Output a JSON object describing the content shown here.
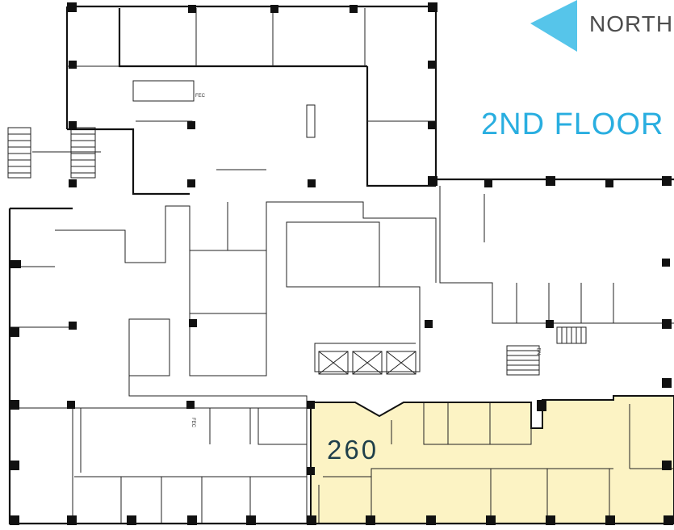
{
  "compass": {
    "label": "NORTH",
    "arrow_icon": "triangle-left",
    "color": "#56c5ea"
  },
  "floor_title": {
    "label": "2ND FLOOR",
    "color": "#29aee0"
  },
  "suites": [
    {
      "number": "260",
      "highlight_color": "#fcf3c4",
      "text_color": "#1f3f4a"
    }
  ],
  "small_labels": {
    "fec": "FEC",
    "dn": "DN"
  }
}
